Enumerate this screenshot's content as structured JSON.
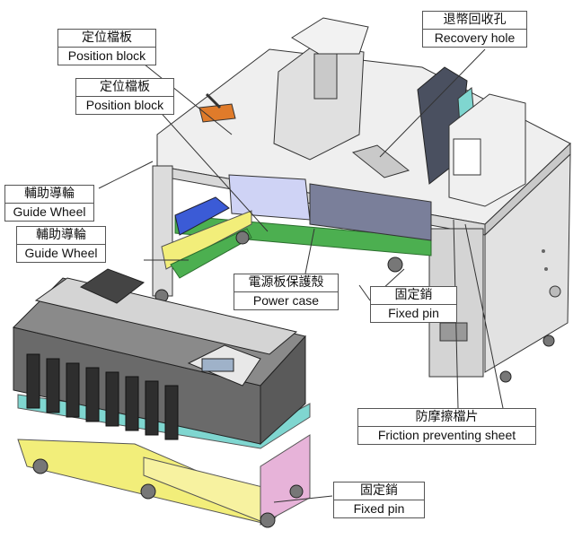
{
  "callouts": {
    "position_block_1": {
      "zh": "定位檔板",
      "en": "Position block"
    },
    "position_block_2": {
      "zh": "定位檔板",
      "en": "Position block"
    },
    "recovery_hole": {
      "zh": "退幣回收孔",
      "en": "Recovery hole"
    },
    "guide_wheel_1": {
      "zh": "輔助導輪",
      "en": "Guide Wheel"
    },
    "guide_wheel_2": {
      "zh": "輔助導輪",
      "en": "Guide Wheel"
    },
    "power_case": {
      "zh": "電源板保護殼",
      "en": "Power case"
    },
    "fixed_pin_1": {
      "zh": "固定銷",
      "en": "Fixed pin"
    },
    "fixed_pin_2": {
      "zh": "固定銷",
      "en": "Fixed pin"
    },
    "friction_sheet": {
      "zh": "防摩擦檔片",
      "en": "Friction preventing sheet"
    }
  },
  "colors": {
    "table_top": "#e8e8e8",
    "frame": "#d9d9d9",
    "green_rail": "#4caf50",
    "blue_rail": "#3b5bd6",
    "yellow_panel": "#f2ee7a",
    "cyan_panel": "#7fd6d0",
    "pink_panel": "#e7b3d9",
    "machine_dark": "#555555"
  }
}
